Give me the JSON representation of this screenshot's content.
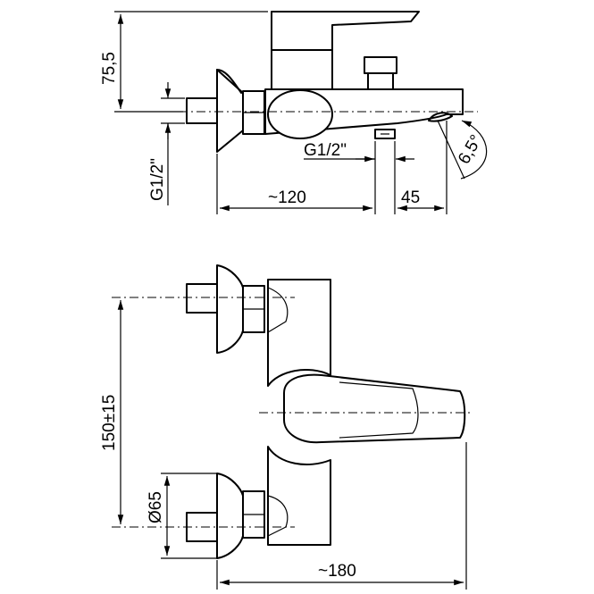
{
  "drawing": {
    "top_view": {
      "dim_height": "75,5",
      "dim_inlet_side": "G1/2\"",
      "dim_outlet": "G1/2\"",
      "dim_angle": "6,5°",
      "dim_length": "~120",
      "dim_offset": "45"
    },
    "front_view": {
      "dim_spacing": "150±15",
      "dim_diameter": "Ø65",
      "dim_width": "~180"
    }
  }
}
